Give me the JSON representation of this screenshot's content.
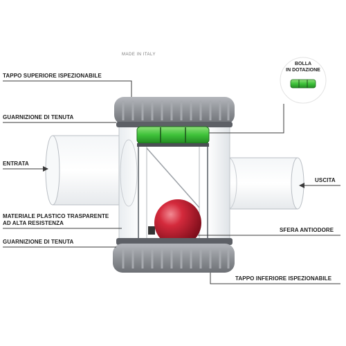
{
  "made_in": "MADE IN ITALY",
  "bolla_label": "BOLLA\nIN DOTAZIONE",
  "labels": {
    "tappo_superiore": "TAPPO SUPERIORE ISPEZIONABILE",
    "guarnizione_top": "GUARNIZIONE DI TENUTA",
    "entrata": "ENTRATA",
    "materiale": "MATERIALE PLASTICO TRASPARENTE AD ALTA RESISTENZA",
    "guarnizione_bottom": "GUARNIZIONE DI TENUTA",
    "uscita": "USCITA",
    "sfera": "SFERA ANTIODORE",
    "tappo_inferiore": "TAPPO INFERIORE ISPEZIONABILE"
  },
  "colors": {
    "cap_gray": "#8e9196",
    "cap_dark": "#6d7075",
    "level_green": "#3ec23a",
    "sphere_red": "#c01a2e",
    "leader_line": "#3a3a3a",
    "pipe_stroke": "#b9bec4"
  }
}
